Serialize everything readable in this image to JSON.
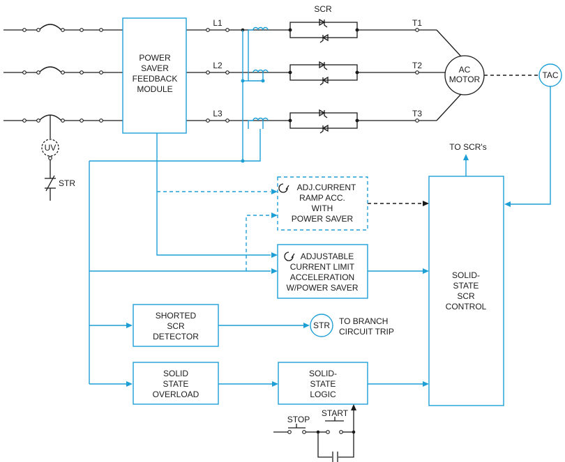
{
  "blocks": {
    "power_saver": [
      "POWER",
      "SAVER",
      "FEEDBACK",
      "MODULE"
    ],
    "ramp": [
      "ADJ.CURRENT",
      "RAMP ACC.",
      "WITH",
      "POWER SAVER"
    ],
    "current_limit": [
      "ADJUSTABLE",
      "CURRENT LIMIT",
      "ACCELERATION",
      "W/POWER SAVER"
    ],
    "shorted": [
      "SHORTED",
      "SCR",
      "DETECTOR"
    ],
    "overload": [
      "SOLID",
      "STATE",
      "OVERLOAD"
    ],
    "logic": [
      "SOLID-",
      "STATE",
      "LOGIC"
    ],
    "scr_control": [
      "SOLID-",
      "STATE",
      "SCR",
      "CONTROL"
    ]
  },
  "labels": {
    "scr": "SCR",
    "l1": "L1",
    "l2": "L2",
    "l3": "L3",
    "t1": "T1",
    "t2": "T2",
    "t3": "T3",
    "motor": [
      "AC",
      "MOTOR"
    ],
    "tac": "TAC",
    "uv": "UV",
    "str_contact": "STR",
    "str_coil": "STR",
    "to_scrs": "TO SCR's",
    "branch": [
      "TO BRANCH",
      "CIRCUIT TRIP"
    ],
    "stop": "STOP",
    "start": "START"
  },
  "colors": {
    "line": "#1a1a1a",
    "accent": "#1d9fd6",
    "background": "#ffffff"
  }
}
